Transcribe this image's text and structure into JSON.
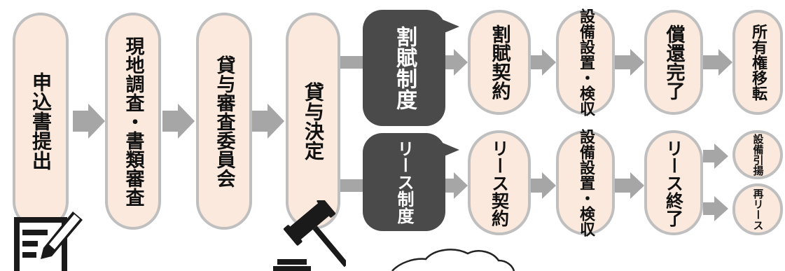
{
  "steps": {
    "apply": "申込書提出",
    "survey": "現地調査・書類審査",
    "committee": "貸与審査委員会",
    "decision": "貸与決定"
  },
  "installment": {
    "system": "割賦制度",
    "contract": "割賦契約",
    "install": "設備設置・検収",
    "complete": "償還完了",
    "final": "所有権移転"
  },
  "lease": {
    "system": "リース制度",
    "contract": "リース契約",
    "install": "設備設置・検収",
    "end": "リース終了",
    "option_a": "設備引揚",
    "option_b": "再リース"
  },
  "colors": {
    "pill_fill": "#fbe9dd",
    "pill_border": "#bfbfbf",
    "arrow": "#a6a6a6",
    "dark": "#4a4a4a"
  },
  "icons": [
    "document-pen-icon",
    "gavel-icon"
  ]
}
